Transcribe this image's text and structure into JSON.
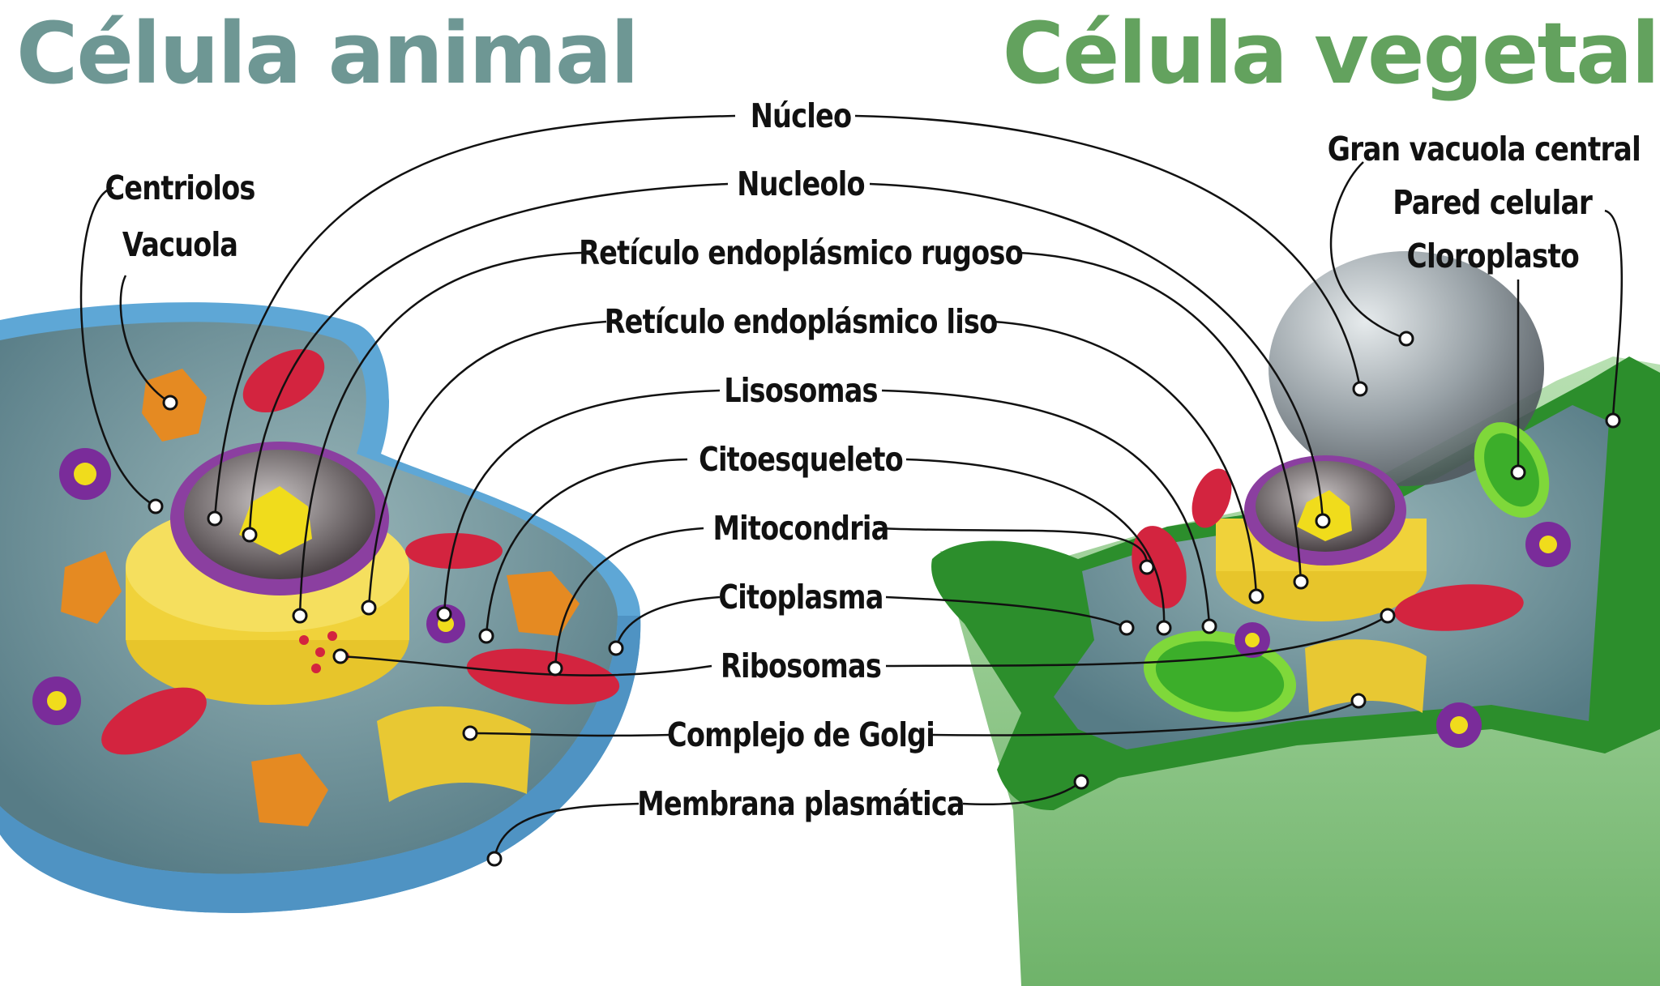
{
  "titles": {
    "animal": "Célula animal",
    "plant": "Célula vegetal"
  },
  "colors": {
    "animal_title": "#6e9794",
    "plant_title": "#63a25e",
    "cytoplasm_animal": "#7e9fa6",
    "membrane_blue": "#5ea7d6",
    "cell_wall_green": "#2c8e2c",
    "cell_wall_light": "#9fd29a",
    "mitochondria": "#d3243f",
    "golgi_er_yellow": "#f0d23a",
    "nucleus_purple": "#8b3fa0",
    "vacuole_orange": "#e58a22",
    "chloroplast_green": "#43c12c"
  },
  "labels": {
    "animal_side": [
      "Centriolos",
      "Vacuola"
    ],
    "center": [
      "Núcleo",
      "Nucleolo",
      "Retículo endoplásmico rugoso",
      "Retículo endoplásmico liso",
      "Lisosomas",
      "Citoesqueleto",
      "Mitocondria",
      "Citoplasma",
      "Ribosomas",
      "Complejo de Golgi",
      "Membrana plasmática"
    ],
    "plant_side": [
      "Gran vacuola central",
      "Pared celular",
      "Cloroplasto"
    ]
  }
}
